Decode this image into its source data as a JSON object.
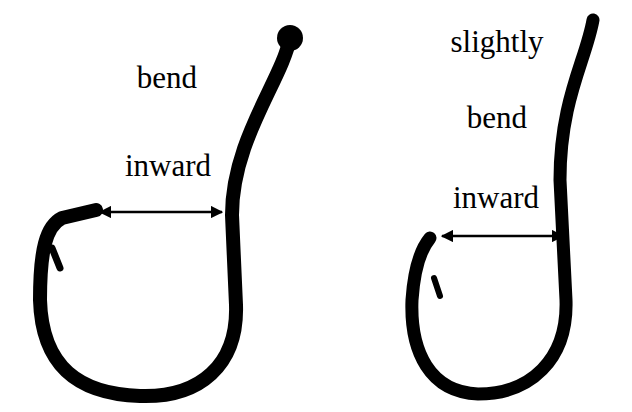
{
  "diagram": {
    "labels": [
      "bend",
      "inward",
      "slightly",
      "bend",
      "inward"
    ]
  }
}
